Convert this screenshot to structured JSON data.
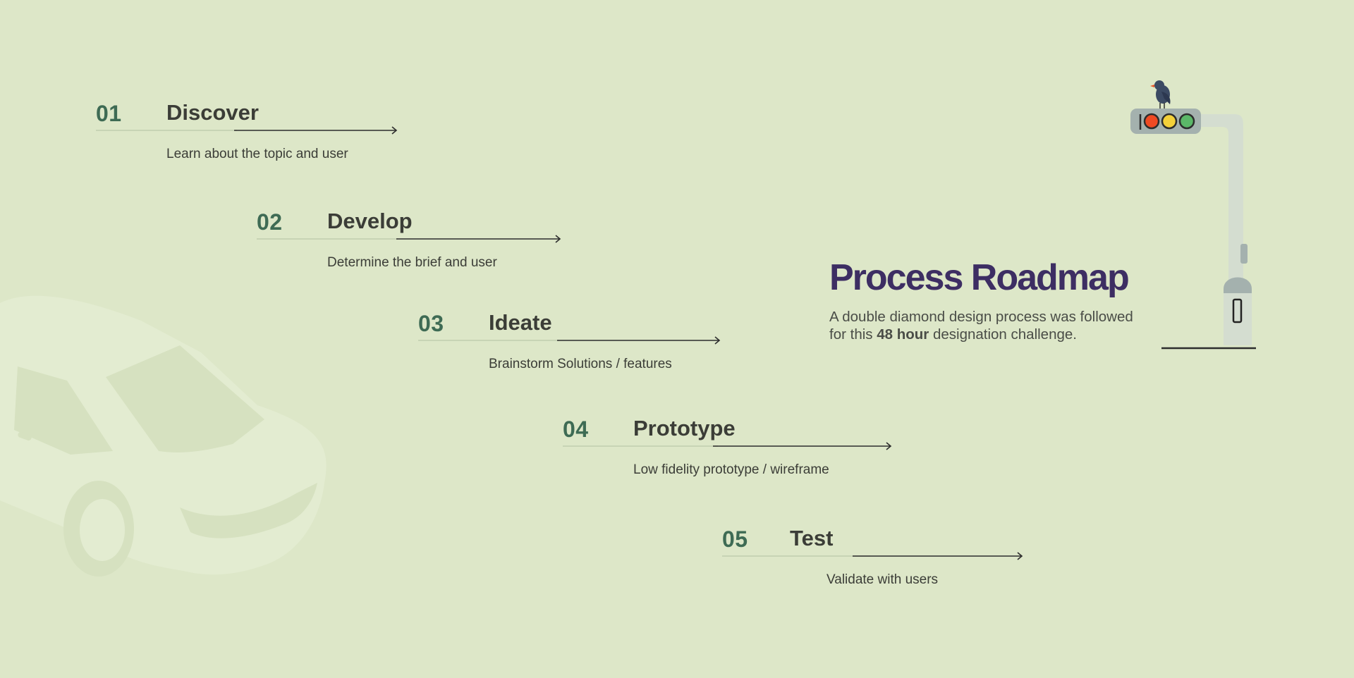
{
  "colors": {
    "background": "#dde7c8",
    "step_number": "#3e6b54",
    "step_text": "#3b3d37",
    "arrow_line": "#2d2d2d",
    "underline": "#c7d4b5",
    "title": "#3d2e63",
    "description": "#4a4d47",
    "car": "#e3ecd1",
    "car_shade": "#d6e1c0",
    "pole": "#d4ddd0",
    "signal_housing": "#a4b1ae",
    "signal_red": "#ef4a23",
    "signal_yellow": "#f4d13a",
    "signal_green": "#5bb768",
    "bird": "#3b4a63",
    "bird_beak": "#e8562a"
  },
  "steps": [
    {
      "number": "01",
      "title": "Discover",
      "description": "Learn about the topic and user"
    },
    {
      "number": "02",
      "title": "Develop",
      "description": "Determine the brief and user"
    },
    {
      "number": "03",
      "title": "Ideate",
      "description": "Brainstorm Solutions / features"
    },
    {
      "number": "04",
      "title": "Prototype",
      "description": "Low fidelity prototype / wireframe"
    },
    {
      "number": "05",
      "title": "Test",
      "description": "Validate with users"
    }
  ],
  "roadmap": {
    "title": "Process Roadmap",
    "description_before": "A double diamond design process was followed",
    "description_pre_bold": "for this ",
    "description_bold": "48 hour",
    "description_after": " designation challenge."
  },
  "icons": {
    "car": "car-illustration",
    "traffic_light": "traffic-light-illustration",
    "bird": "bird-icon",
    "arrow": "arrow-right-icon"
  }
}
